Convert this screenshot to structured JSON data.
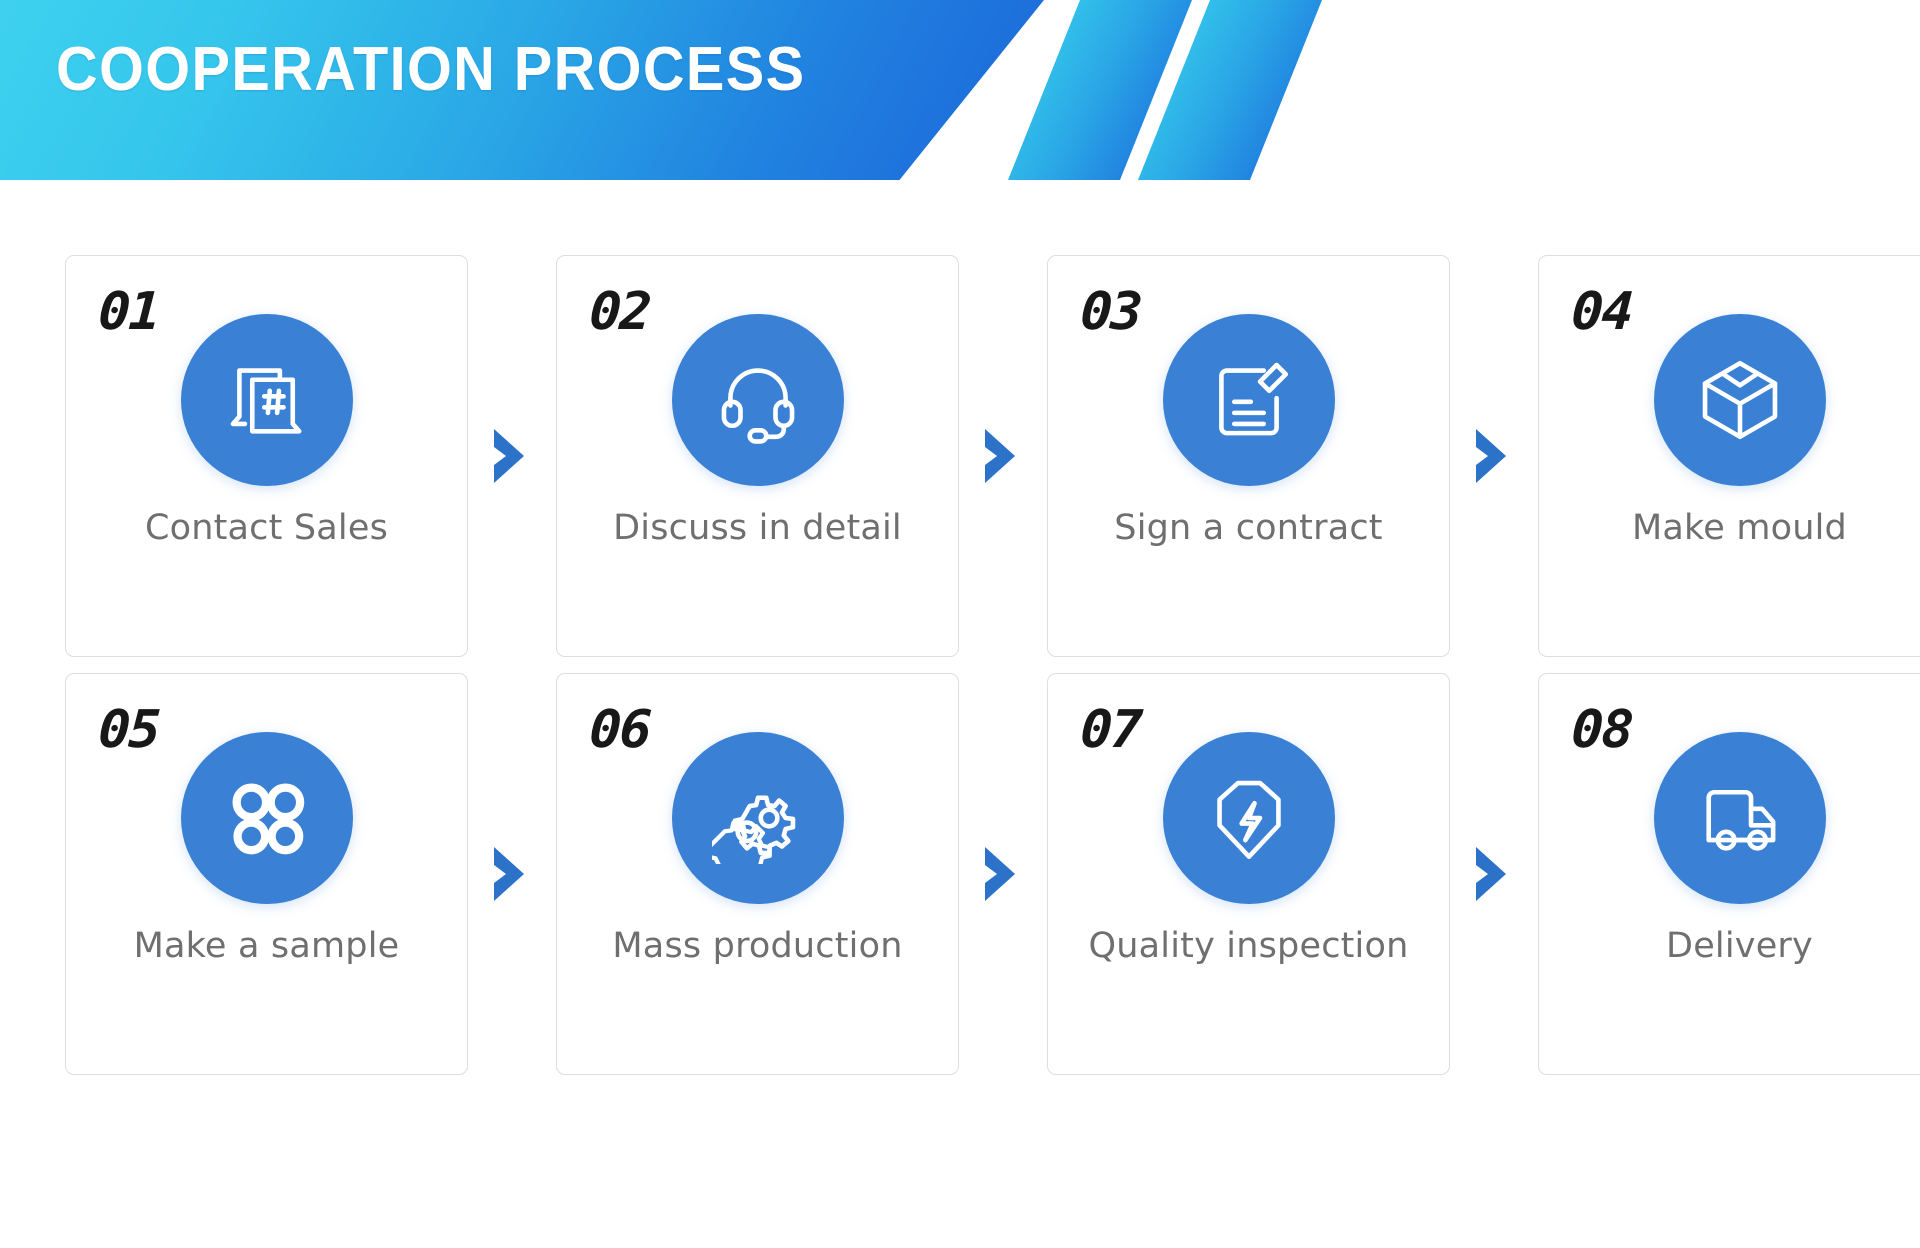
{
  "header": {
    "title": "COOPERATION PROCESS",
    "gradient_from": "#3fd2ef",
    "gradient_to": "#1b63d8",
    "stripe_color": "#ffffff"
  },
  "theme": {
    "icon_circle_color": "#3a80d4",
    "arrow_color": "#2b72c8",
    "card_border_color": "#dedede",
    "label_color": "#6f6f6f",
    "number_color": "#181818",
    "background": "#ffffff"
  },
  "steps": [
    {
      "number": "01",
      "label": "Contact Sales",
      "icon": "documents-chat-icon"
    },
    {
      "number": "02",
      "label": "Discuss in detail",
      "icon": "headset-icon"
    },
    {
      "number": "03",
      "label": "Sign a contract",
      "icon": "document-pencil-icon"
    },
    {
      "number": "04",
      "label": "Make mould",
      "icon": "cube-box-icon"
    },
    {
      "number": "05",
      "label": "Make a sample",
      "icon": "four-rings-icon"
    },
    {
      "number": "06",
      "label": "Mass production",
      "icon": "gears-icon"
    },
    {
      "number": "07",
      "label": "Quality inspection",
      "icon": "shield-bolt-icon"
    },
    {
      "number": "08",
      "label": "Delivery",
      "icon": "delivery-truck-icon"
    }
  ],
  "arrows": {
    "glyph": "chevron-right-icon",
    "count": 6
  }
}
